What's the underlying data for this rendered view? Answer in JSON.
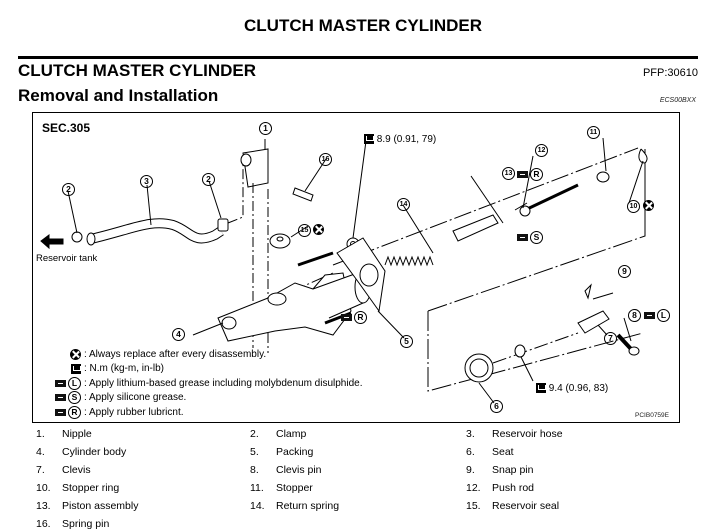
{
  "page_header": "CLUTCH MASTER CYLINDER",
  "section": {
    "title": "CLUTCH MASTER CYLINDER",
    "pfp": "PFP:30610",
    "subtitle": "Removal and Installation",
    "code": "ECS00BXX"
  },
  "figure": {
    "sec": "SEC.305",
    "figure_id": "PCIB0759E",
    "reservoir_label": "Reservoir tank",
    "callouts": [
      "1",
      "2",
      "2",
      "3",
      "4",
      "5",
      "6",
      "7",
      "8",
      "9",
      "10",
      "11",
      "12",
      "13",
      "14",
      "15",
      "16"
    ],
    "torque_top": "8.9 (0.91, 79)",
    "torque_bottom": "9.4 (0.96, 83)",
    "legend": [
      {
        "symbol": "always-replace-icon",
        "text": ": Always replace after every disassembly."
      },
      {
        "symbol": "torque-icon",
        "text": ": N.m (kg-m, in-lb)"
      },
      {
        "symbol": "grease-L",
        "letter": "L",
        "text": ": Apply lithium-based grease including molybdenum disulphide."
      },
      {
        "symbol": "grease-S",
        "letter": "S",
        "text": ": Apply silicone grease."
      },
      {
        "symbol": "grease-R",
        "letter": "R",
        "text": ": Apply rubber lubricnt."
      }
    ],
    "marks": {
      "R": "R",
      "S": "S",
      "L": "L"
    }
  },
  "parts": [
    {
      "num": "1.",
      "name": "Nipple"
    },
    {
      "num": "2.",
      "name": "Clamp"
    },
    {
      "num": "3.",
      "name": "Reservoir hose"
    },
    {
      "num": "4.",
      "name": "Cylinder body"
    },
    {
      "num": "5.",
      "name": "Packing"
    },
    {
      "num": "6.",
      "name": "Seat"
    },
    {
      "num": "7.",
      "name": "Clevis"
    },
    {
      "num": "8.",
      "name": "Clevis pin"
    },
    {
      "num": "9.",
      "name": "Snap pin"
    },
    {
      "num": "10.",
      "name": "Stopper ring"
    },
    {
      "num": "11.",
      "name": "Stopper"
    },
    {
      "num": "12.",
      "name": "Push rod"
    },
    {
      "num": "13.",
      "name": "Piston assembly"
    },
    {
      "num": "14.",
      "name": "Return spring"
    },
    {
      "num": "15.",
      "name": "Reservoir seal"
    },
    {
      "num": "16.",
      "name": "Spring pin"
    }
  ]
}
